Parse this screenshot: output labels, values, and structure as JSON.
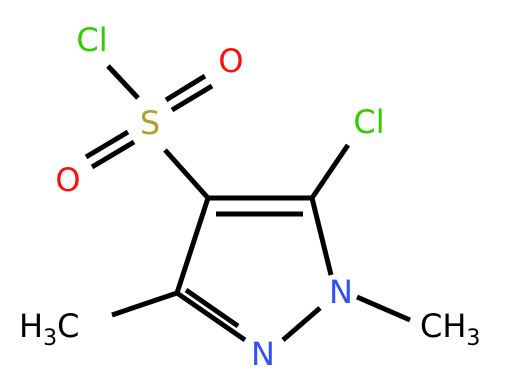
{
  "molecule": {
    "atoms": {
      "cl_sulfonyl": {
        "label": "Cl",
        "color": "#33cc00"
      },
      "o_top": {
        "label": "O",
        "color": "#ff0d0d"
      },
      "sulfur": {
        "label": "S",
        "color": "#b2a028"
      },
      "o_bottom": {
        "label": "O",
        "color": "#ff0d0d"
      },
      "cl_ring": {
        "label": "Cl",
        "color": "#33cc00"
      },
      "n1": {
        "label": "N",
        "color": "#3050f8"
      },
      "n2": {
        "label": "N",
        "color": "#3050f8"
      },
      "methyl_left": {
        "main": "H",
        "sub": "3",
        "tail": "C",
        "color": "#000000"
      },
      "methyl_right": {
        "main": "CH",
        "sub": "3",
        "color": "#000000"
      }
    }
  }
}
